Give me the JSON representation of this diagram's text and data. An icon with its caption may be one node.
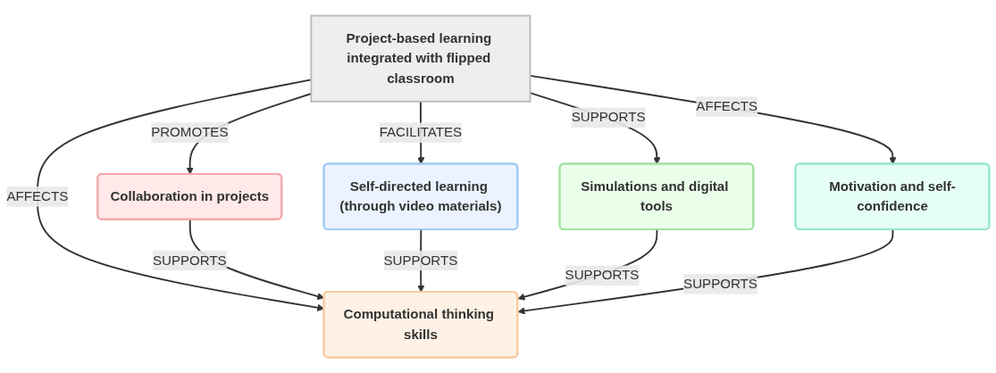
{
  "diagram": {
    "nodes": [
      {
        "text": [
          "Project-based learning integrated with flipped classroom"
        ]
      },
      {
        "text": [
          "Collaboration in projects"
        ]
      },
      {
        "text": [
          "Self-directed learning (through video materials)"
        ]
      },
      {
        "text": [
          "Simulations and digital tools"
        ]
      },
      {
        "text": [
          "Motivation and self-confidence"
        ]
      },
      {
        "text": [
          "Computational thinking skills"
        ]
      }
    ],
    "edges": [
      {
        "from": 0,
        "to": 1,
        "label": "PROMOTES",
        "arrow": "to"
      },
      {
        "from": 0,
        "to": 5,
        "label": "AFFECTS",
        "arrow": "to"
      },
      {
        "from": 0,
        "to": 2,
        "label": "FACILITATES",
        "arrow": "to"
      },
      {
        "from": 0,
        "to": 3,
        "label": "SUPPORTS",
        "arrow": "to"
      },
      {
        "from": 0,
        "to": 4,
        "label": "AFFECTS",
        "arrow": "to"
      },
      {
        "from": 1,
        "to": 5,
        "label": "SUPPORTS",
        "arrow": "to"
      },
      {
        "from": 2,
        "to": 5,
        "label": "SUPPORTS",
        "arrow": "to"
      },
      {
        "from": 3,
        "to": 5,
        "label": "SUPPORTS",
        "arrow": "to"
      },
      {
        "from": 4,
        "to": 5,
        "label": "SUPPORTS",
        "arrow": "to"
      }
    ]
  }
}
